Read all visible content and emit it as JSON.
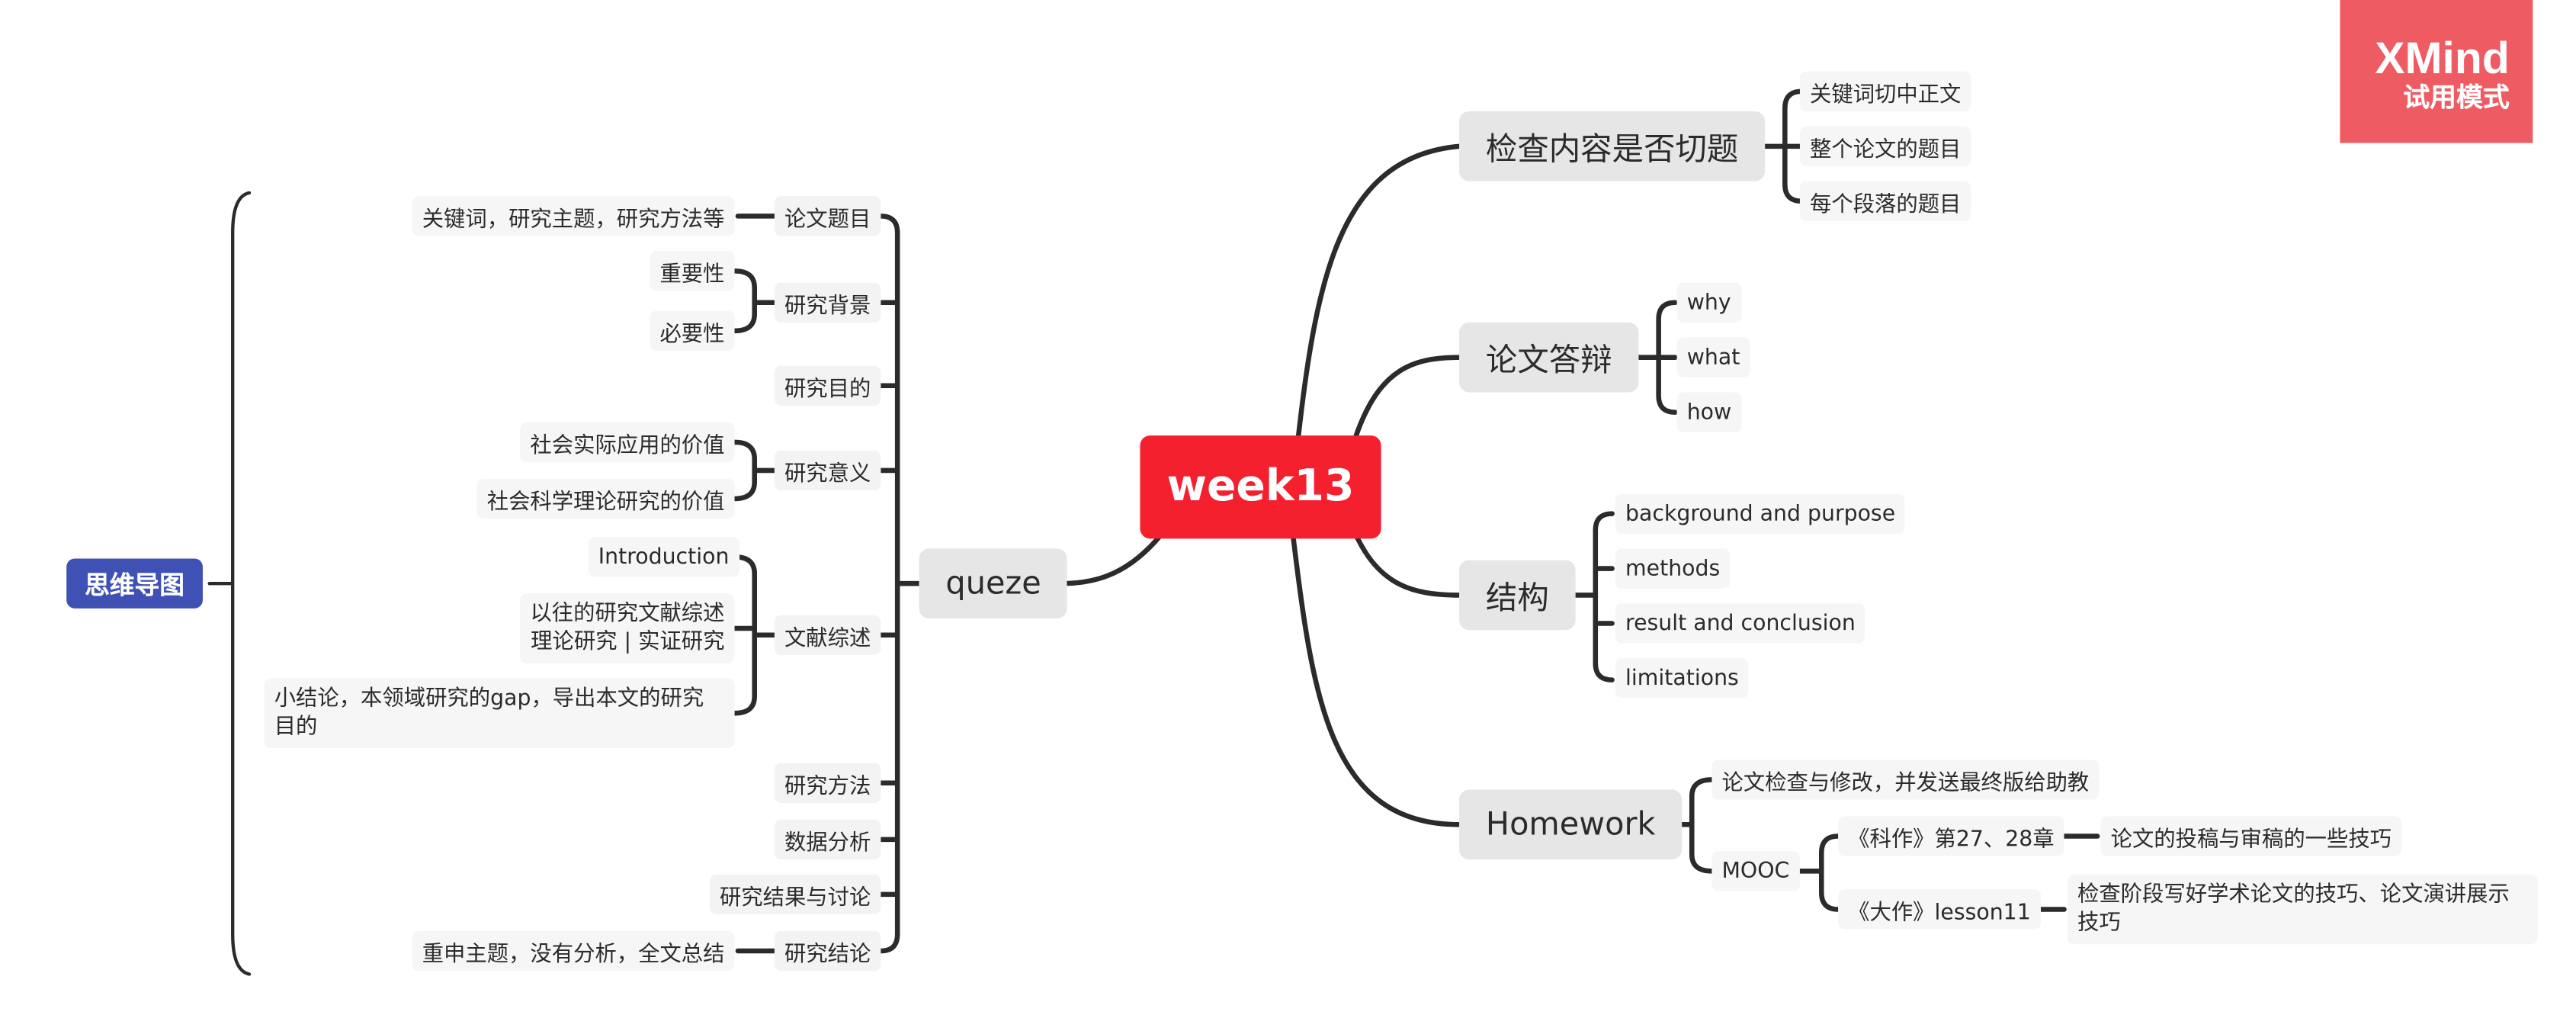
{
  "root": "week13",
  "side_label": "思维导图",
  "badge": {
    "brand": "XMind",
    "mode": "试用模式"
  },
  "colors": {
    "root": "#f5202e",
    "side": "#3f51b5",
    "badge": "#ef5b62",
    "line": "#2b2b2b"
  },
  "right": [
    {
      "label": "检查内容是否切题",
      "children": [
        "关键词切中正文",
        "整个论文的题目",
        "每个段落的题目"
      ]
    },
    {
      "label": "论文答辩",
      "children": [
        "why",
        "what",
        "how"
      ]
    },
    {
      "label": "结构",
      "children": [
        "background and purpose",
        "methods",
        "result and conclusion",
        "limitations"
      ]
    },
    {
      "label": "Homework",
      "children": [
        {
          "label": "论文检查与修改，并发送最终版给助教"
        },
        {
          "label": "MOOC",
          "children": [
            {
              "label": "《科作》第27、28章",
              "child": "论文的投稿与审稿的一些技巧"
            },
            {
              "label": "《大作》lesson11",
              "child": "检查阶段写好学术论文的技巧、论文演讲展示技巧"
            }
          ]
        }
      ]
    }
  ],
  "left": {
    "label": "queze",
    "children": [
      {
        "label": "论文题目",
        "children": [
          "关键词，研究主题，研究方法等"
        ]
      },
      {
        "label": "研究背景",
        "children": [
          "重要性",
          "必要性"
        ]
      },
      {
        "label": "研究目的",
        "children": []
      },
      {
        "label": "研究意义",
        "children": [
          "社会实际应用的价值",
          "社会科学理论研究的价值"
        ]
      },
      {
        "label": "文献综述",
        "children": [
          "Introduction",
          "以往的研究文献综述\n理论研究 | 实证研究",
          "小结论，本领域研究的gap，导出本文的研究目的"
        ]
      },
      {
        "label": "研究方法",
        "children": []
      },
      {
        "label": "数据分析",
        "children": []
      },
      {
        "label": "研究结果与讨论",
        "children": []
      },
      {
        "label": "研究结论",
        "children": [
          "重申主题，没有分析，全文总结"
        ]
      }
    ]
  }
}
